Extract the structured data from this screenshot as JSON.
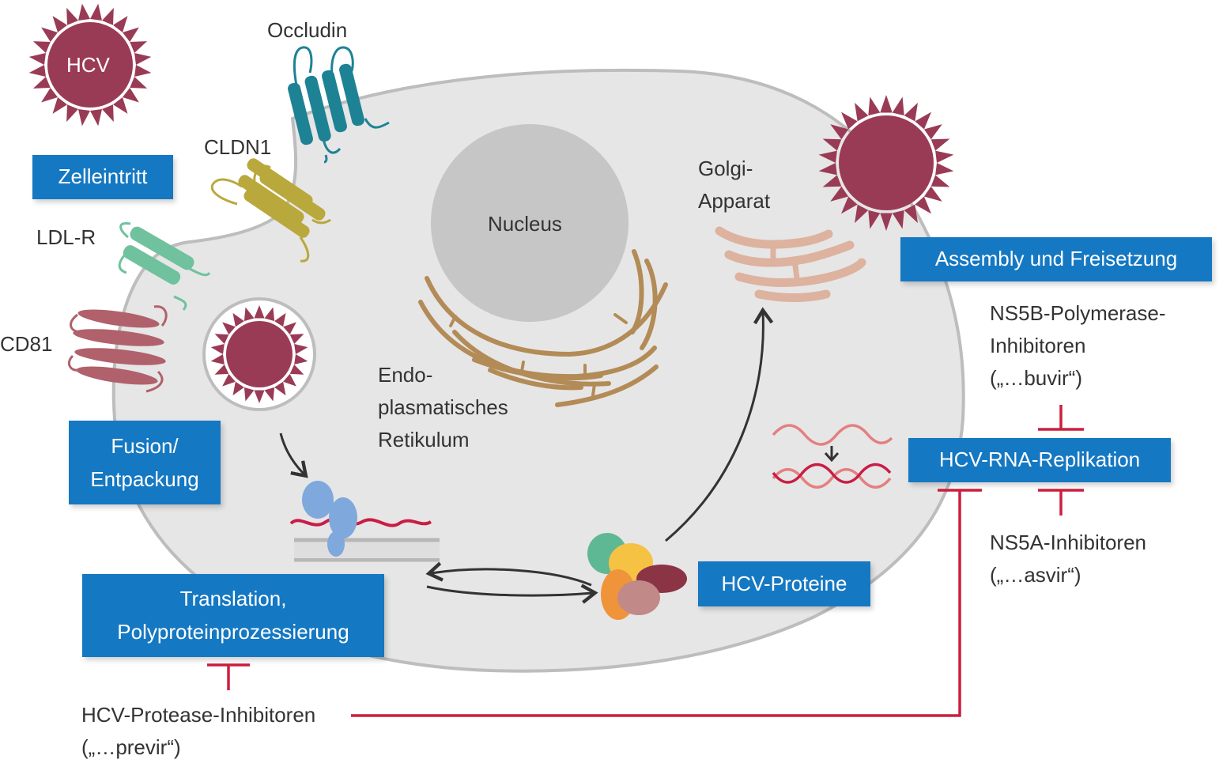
{
  "virus_label": "HCV",
  "receptors": {
    "occludin": "Occludin",
    "cldn1": "CLDN1",
    "ldlr": "LDL-R",
    "cd81": "CD81"
  },
  "organelles": {
    "nucleus": "Nucleus",
    "er_line1": "Endo-",
    "er_line2": "plasmatisches",
    "er_line3": "Retikulum",
    "golgi_line1": "Golgi-",
    "golgi_line2": "Apparat"
  },
  "steps": {
    "entry": "Zelleintritt",
    "fusion_line1": "Fusion/",
    "fusion_line2": "Entpackung",
    "translation_line1": "Translation,",
    "translation_line2": "Polyproteinprozessierung",
    "proteins": "HCV-Proteine",
    "replication": "HCV-RNA-Replikation",
    "assembly": "Assembly und Freisetzung"
  },
  "inhibitors": {
    "ns5b_line1": "NS5B-Polymerase-",
    "ns5b_line2": "Inhibitoren",
    "ns5b_line3": "(„…buvir“)",
    "ns5a_line1": "NS5A-Inhibitoren",
    "ns5a_line2": "(„…asvir“)",
    "protease_line1": "HCV-Protease-Inhibitoren",
    "protease_line2": "(„…previr“)"
  },
  "colors": {
    "virus": "#9a3b55",
    "cell_fill": "#e6e6e6",
    "cell_border": "#bdbdbd",
    "nucleus": "#c6c6c6",
    "er": "#b38b57",
    "golgi": "#ddb29e",
    "occludin": "#1e8295",
    "cldn1": "#b9a83c",
    "ldlr": "#6fc29d",
    "cd81": "#b0616c",
    "box": "#1578c2",
    "inhibition": "#cc1f3e",
    "rna_light": "#e48080",
    "rna_dark": "#c91d45"
  }
}
